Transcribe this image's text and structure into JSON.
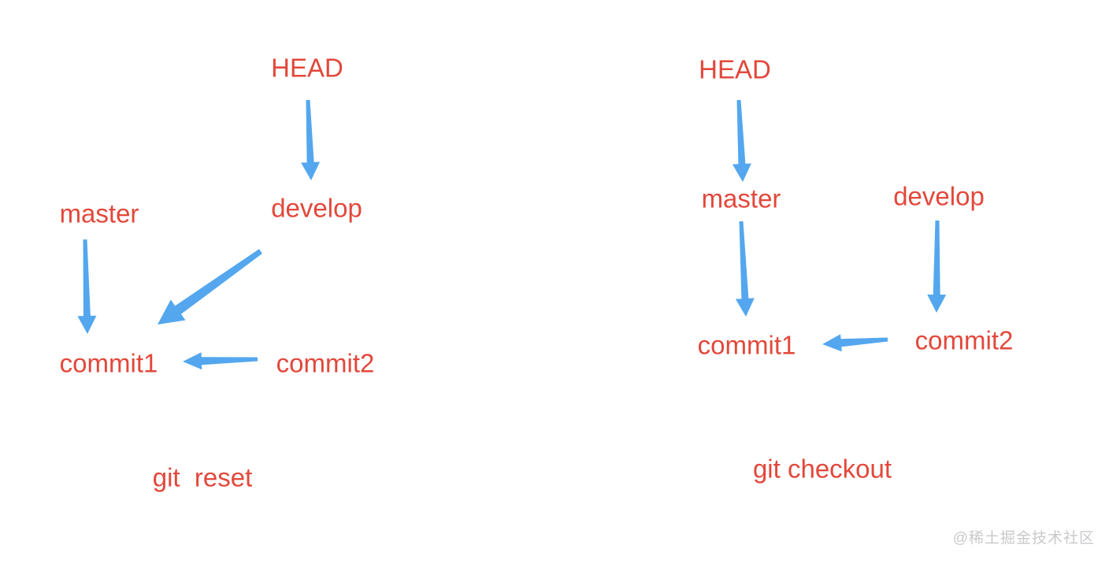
{
  "colors": {
    "background": "#ffffff",
    "label": "#e2483b",
    "arrow": "#54a7ee",
    "watermark": "#c9c9cc"
  },
  "diagrams": [
    {
      "id": "git-reset",
      "caption": "git  reset",
      "nodes": {
        "head": "HEAD",
        "master": "master",
        "develop": "develop",
        "commit1": "commit1",
        "commit2": "commit2"
      },
      "edges": [
        {
          "from": "HEAD",
          "to": "develop"
        },
        {
          "from": "master",
          "to": "commit1"
        },
        {
          "from": "develop",
          "to": "commit1"
        },
        {
          "from": "commit2",
          "to": "commit1"
        }
      ]
    },
    {
      "id": "git-checkout",
      "caption": "git checkout",
      "nodes": {
        "head": "HEAD",
        "master": "master",
        "develop": "develop",
        "commit1": "commit1",
        "commit2": "commit2"
      },
      "edges": [
        {
          "from": "HEAD",
          "to": "master"
        },
        {
          "from": "master",
          "to": "commit1"
        },
        {
          "from": "develop",
          "to": "commit2"
        },
        {
          "from": "commit2",
          "to": "commit1"
        }
      ]
    }
  ],
  "watermark": {
    "text": "@稀土掘金技术社区"
  }
}
